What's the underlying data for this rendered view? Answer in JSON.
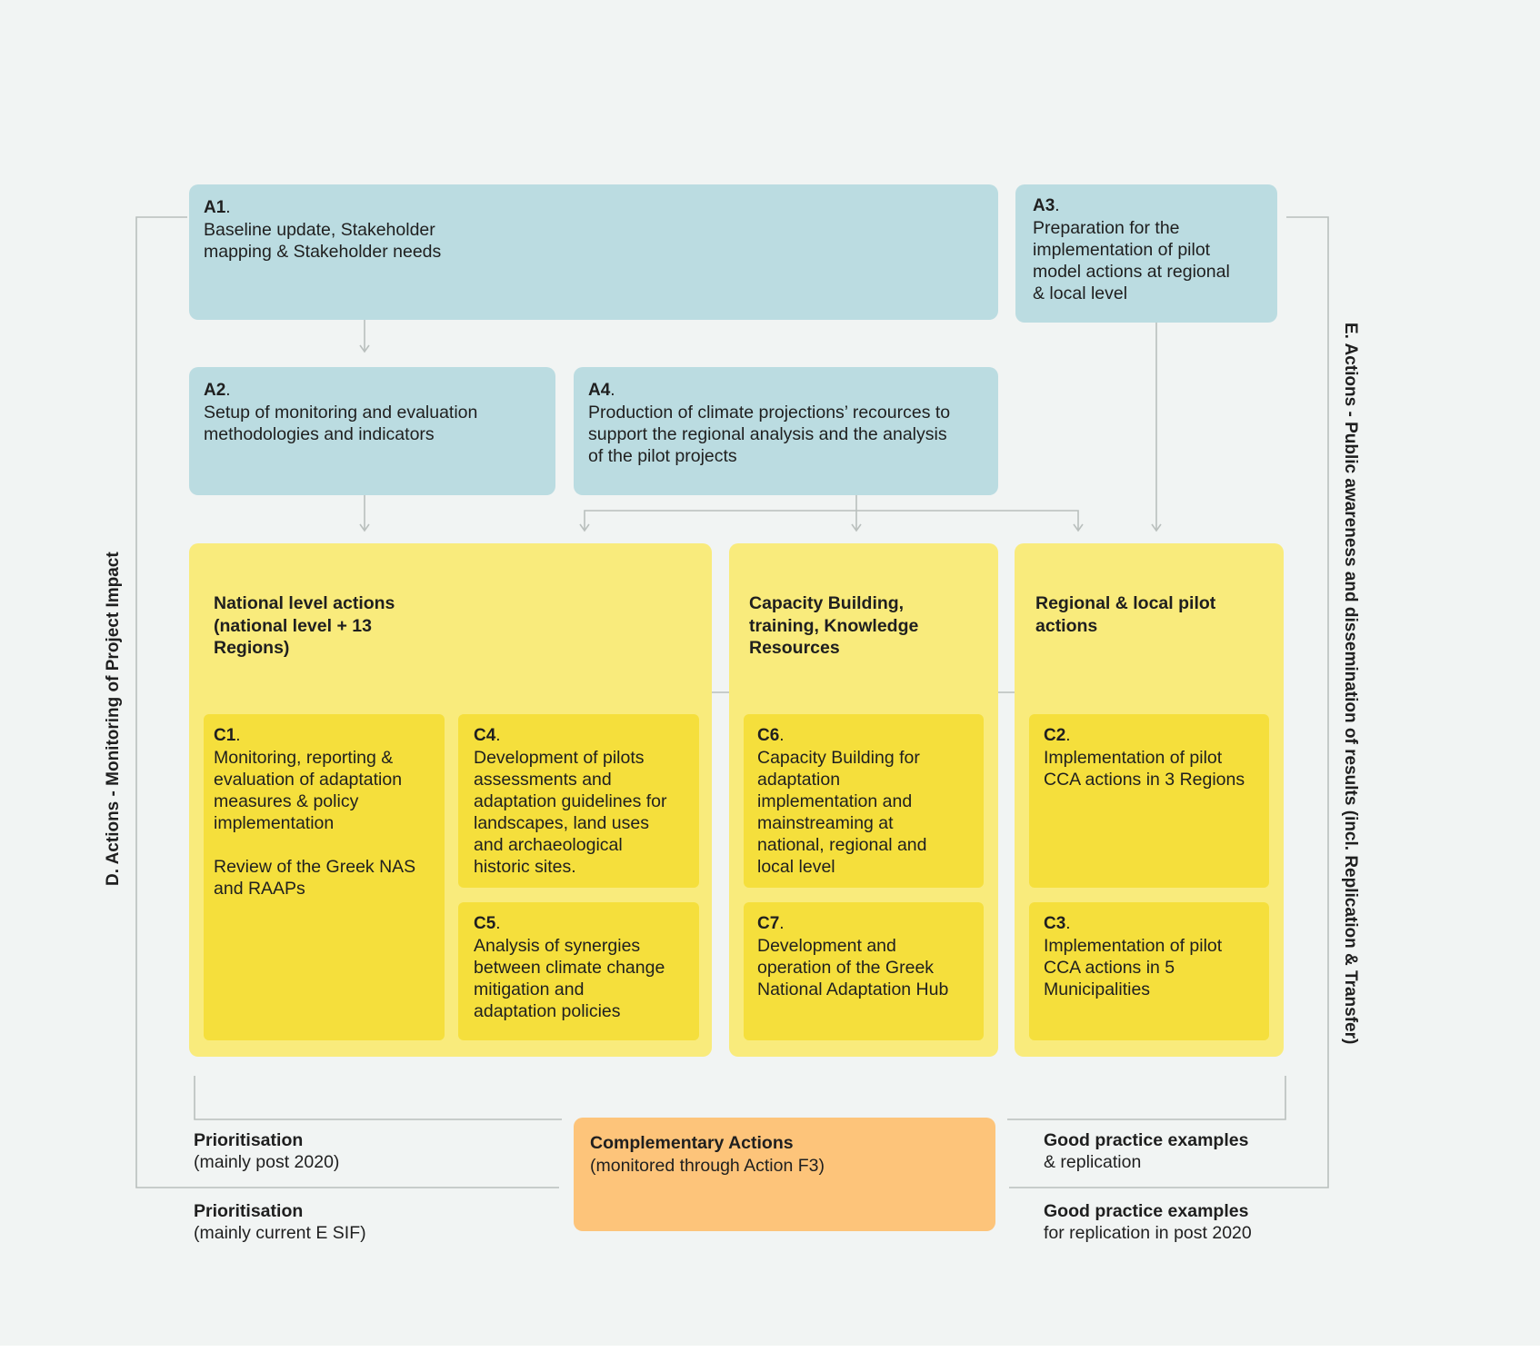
{
  "a1": {
    "code": "A1",
    "dot": ".",
    "text": "Baseline update, Stakeholder\nmapping & Stakeholder needs"
  },
  "a3": {
    "code": "A3",
    "dot": ".",
    "text": "Preparation for the\nimplementation of pilot\nmodel actions at regional\n& local level"
  },
  "a2": {
    "code": "A2",
    "dot": ".",
    "text": "Setup of monitoring and evaluation\nmethodologies and indicators"
  },
  "a4": {
    "code": "A4",
    "dot": ".",
    "text": "Production of climate projections’ recources to\nsupport the regional analysis and the analysis\nof the pilot projects"
  },
  "groups": {
    "national": "National level actions\n(national level + 13\nRegions)",
    "capacity": "Capacity Building,\ntraining, Knowledge\nResources",
    "regional": "Regional & local pilot\nactions"
  },
  "c1": {
    "code": "C1",
    "dot": ".",
    "text": "Monitoring, reporting &\nevaluation of adaptation\nmeasures & policy\nimplementation\n\nReview of the Greek NAS\nand RAAPs"
  },
  "c4": {
    "code": "C4",
    "dot": ".",
    "text": "Development of pilots\nassessments and\nadaptation guidelines for\nlandscapes, land uses\nand archaeological\nhistoric sites."
  },
  "c5": {
    "code": "C5",
    "dot": ".",
    "text": "Analysis of synergies\nbetween climate change\nmitigation and\nadaptation policies"
  },
  "c6": {
    "code": "C6",
    "dot": ".",
    "text": "Capacity Building for\nadaptation\nimplementation and\nmainstreaming at\nnational, regional and\nlocal level"
  },
  "c7": {
    "code": "C7",
    "dot": ".",
    "text": "Development and\noperation of the Greek\nNational Adaptation Hub"
  },
  "c2": {
    "code": "C2",
    "dot": ".",
    "text": "Implementation of pilot\nCCA actions in 3 Regions"
  },
  "c3": {
    "code": "C3",
    "dot": ".",
    "text": "Implementation of pilot\nCCA actions in 5\nMunicipalities"
  },
  "complementary": {
    "title": "Complementary Actions",
    "subtitle": "(monitored through Action F3)"
  },
  "footer": {
    "prio_post": {
      "title": "Prioritisation",
      "subtitle": "(mainly post 2020)"
    },
    "prio_current": {
      "title": "Prioritisation",
      "subtitle": "(mainly current E SIF)"
    },
    "good_replication": {
      "title": "Good practice examples",
      "subtitle": "& replication"
    },
    "good_post": {
      "title": "Good practice examples",
      "subtitle": "for replication in post 2020"
    }
  },
  "side_labels": {
    "left": "D. Actions -  Monitoring of Project Impact",
    "right": "E. Actions -  Public awareness and dissemination of results (incl. Replication & Transfer)"
  },
  "colors": {
    "blue_box": "#bbdce1",
    "yellow_outer": "#f9eb7c",
    "yellow_inner": "#f5df3c",
    "orange_box": "#fdc47a",
    "connector": "#b9bfbd",
    "background": "#f1f4f3"
  }
}
